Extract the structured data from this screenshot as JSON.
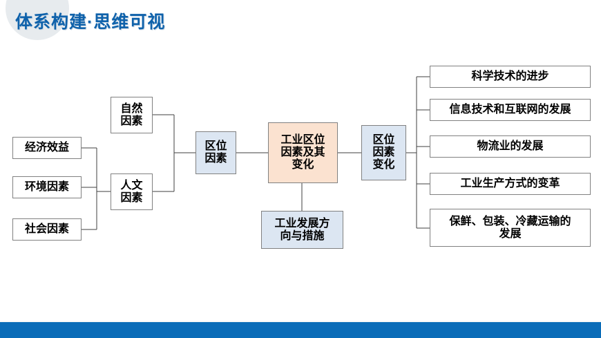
{
  "header": {
    "title": "体系构建·思维可视",
    "title_color": "#0f62ab",
    "blob_color": "#e7ebee"
  },
  "footer": {
    "bar_color": "#0a6cb8"
  },
  "colors": {
    "node_white": "#ffffff",
    "node_blue": "#dce6f2",
    "node_peach": "#fbe2d0",
    "node_border": "#808080",
    "connector": "#3f3f3f"
  },
  "diagram": {
    "type": "mind-map",
    "center": {
      "label": "工业区位\n因素及其\n变化",
      "style": "peach"
    },
    "left_branch": {
      "label": "区位\n因素",
      "style": "blue",
      "children": [
        {
          "label": "自然\n因素",
          "style": "white",
          "children": []
        },
        {
          "label": "人文\n因素",
          "style": "white",
          "children": [
            {
              "label": "经济效益",
              "style": "white"
            },
            {
              "label": "环境因素",
              "style": "white"
            },
            {
              "label": "社会因素",
              "style": "white"
            }
          ]
        }
      ]
    },
    "right_branch": {
      "label": "区位\n因素\n变化",
      "style": "blue",
      "children": [
        {
          "label": "科学技术的进步",
          "style": "white"
        },
        {
          "label": "信息技术和互联网的发展",
          "style": "white"
        },
        {
          "label": "物流业的发展",
          "style": "white"
        },
        {
          "label": "工业生产方式的变革",
          "style": "white"
        },
        {
          "label": "保鲜、包装、冷藏运输的\n发展",
          "style": "white"
        }
      ]
    },
    "bottom_branch": {
      "label": "工业发展方\n向与措施",
      "style": "blue"
    }
  }
}
